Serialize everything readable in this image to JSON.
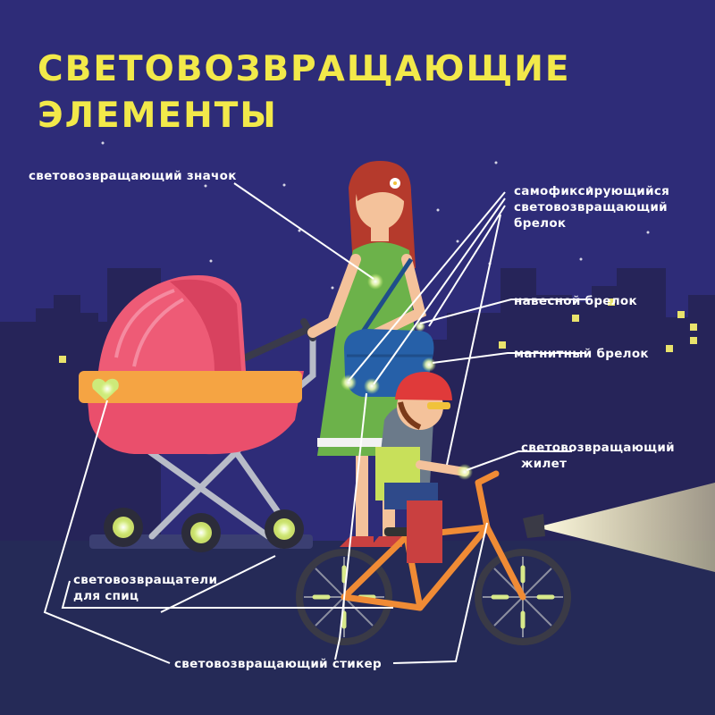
{
  "title": {
    "line1": "СВЕТОВОЗВРАЩАЮЩИЕ",
    "line2": "ЭЛЕМЕНТЫ"
  },
  "labels": {
    "badge": "световозвращающий значок",
    "keychain": [
      "самофиксирующийся",
      "световозвращающий",
      "брелок"
    ],
    "hanging_keychain": "навесной брелок",
    "magnetic_keychain": "магнитный брелок",
    "vest": [
      "световозвращающий",
      "жилет"
    ],
    "spoke_reflectors": [
      "световозвращатели",
      "для спиц"
    ],
    "sticker": "световозвращающий стикер"
  },
  "colors": {
    "background": "#2e2c78",
    "title": "#f2e94a",
    "labels": "#ffffff",
    "reflector_glow": "#d9f59a"
  }
}
